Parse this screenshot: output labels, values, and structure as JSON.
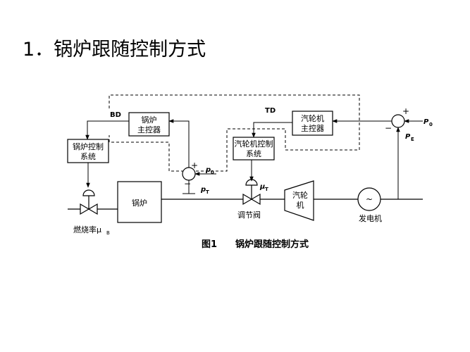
{
  "slide": {
    "title": "1．锅炉跟随控制方式"
  },
  "diagram": {
    "blocks": {
      "boiler_master": [
        "锅炉",
        "主控器"
      ],
      "boiler_control": [
        "锅炉控制",
        "系统"
      ],
      "turbine_master": [
        "汽轮机",
        "主控器"
      ],
      "turbine_control": [
        "汽轮机控制",
        "系统"
      ],
      "boiler": "锅炉",
      "turbine": [
        "汽轮",
        "机"
      ],
      "generator_symbol": "~"
    },
    "labels": {
      "bd": "BD",
      "td": "TD",
      "p0_left": "p",
      "p0_left_sub": "0",
      "pt": "p",
      "pt_sub": "T",
      "mu_t": "μ",
      "mu_t_sub": "T",
      "p0_right": "P",
      "p0_right_sub": "0",
      "pe": "P",
      "pe_sub": "E",
      "plus_left": "+",
      "minus_left": "−",
      "plus_right": "+",
      "minus_right": "−",
      "fuel_rate": "燃烧率μ",
      "fuel_rate_sub": "B",
      "valve": "调节阀",
      "generator": "发电机"
    },
    "caption": {
      "fig": "图1",
      "text": "锅炉跟随控制方式"
    }
  }
}
